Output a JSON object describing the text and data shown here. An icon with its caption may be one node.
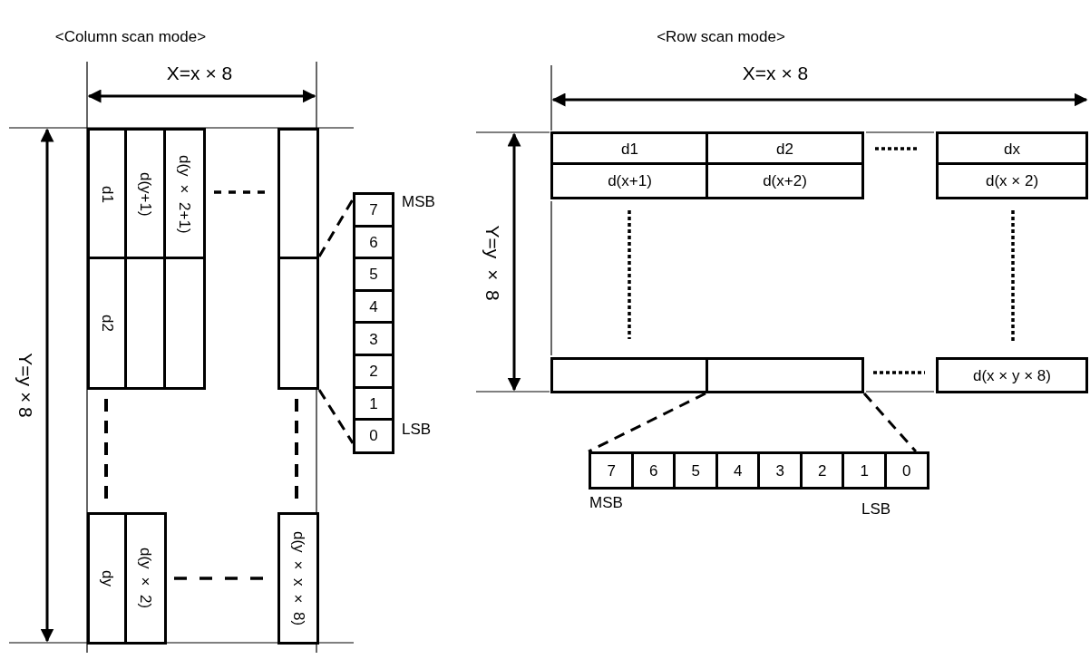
{
  "diagram": {
    "nodes": [
      {
        "text": [
          "d1"
        ]
      },
      {
        "text": [
          "d(y+1)"
        ]
      },
      {
        "text": [
          "d(y × 2+1)"
        ]
      },
      {
        "text": [],
        "shape": "box"
      },
      {
        "text": [
          "d2"
        ]
      },
      {
        "text": [],
        "shape": "box"
      },
      {
        "text": [],
        "shape": "box"
      },
      {
        "text": [],
        "shape": "box"
      },
      {
        "text": [
          "dy"
        ]
      },
      {
        "text": [
          "d(y × 2)"
        ]
      },
      {
        "text": [
          "d(y × x × 8)"
        ]
      },
      {
        "text": [
          "7"
        ]
      },
      {
        "text": [
          "6"
        ]
      },
      {
        "text": [
          "5"
        ]
      },
      {
        "text": [
          "4"
        ]
      },
      {
        "text": [
          "3"
        ]
      },
      {
        "text": [
          "2"
        ]
      },
      {
        "text": [
          "1"
        ]
      },
      {
        "text": [
          "0"
        ]
      },
      {
        "text": [
          "d1"
        ]
      },
      {
        "text": [
          "d2"
        ]
      },
      {
        "text": [
          "dx"
        ]
      },
      {
        "text": [
          "d(x+1)"
        ]
      },
      {
        "text": [
          "d(x+2)"
        ]
      },
      {
        "text": [
          "d(x × 2)"
        ]
      },
      {
        "text": [],
        "shape": "box"
      },
      {
        "text": [],
        "shape": "box"
      },
      {
        "text": [
          "d(x × y × 8)"
        ]
      },
      {
        "text": [
          "7"
        ]
      },
      {
        "text": [
          "6"
        ]
      },
      {
        "text": [
          "5"
        ]
      },
      {
        "text": [
          "4"
        ]
      },
      {
        "text": [
          "3"
        ]
      },
      {
        "text": [
          "2"
        ]
      },
      {
        "text": [
          "1"
        ]
      },
      {
        "text": [
          "0"
        ]
      }
    ],
    "edges": [
      {
        "from": 7,
        "to": 11,
        "arrow": "none",
        "style": "dashed"
      },
      {
        "from": 7,
        "to": 18,
        "arrow": "none",
        "style": "dashed"
      },
      {
        "from": 26,
        "to": 28,
        "arrow": "none",
        "style": "dashed"
      },
      {
        "from": 26,
        "to": 35,
        "arrow": "none",
        "style": "dashed"
      }
    ],
    "labels": [
      "<Column scan mode>",
      "<Row scan mode>",
      "X=x × 8",
      "Y=y×8",
      "MSB",
      "LSB",
      "X=x × 8",
      "Y=y × 8",
      "MSB",
      "LSB"
    ]
  }
}
